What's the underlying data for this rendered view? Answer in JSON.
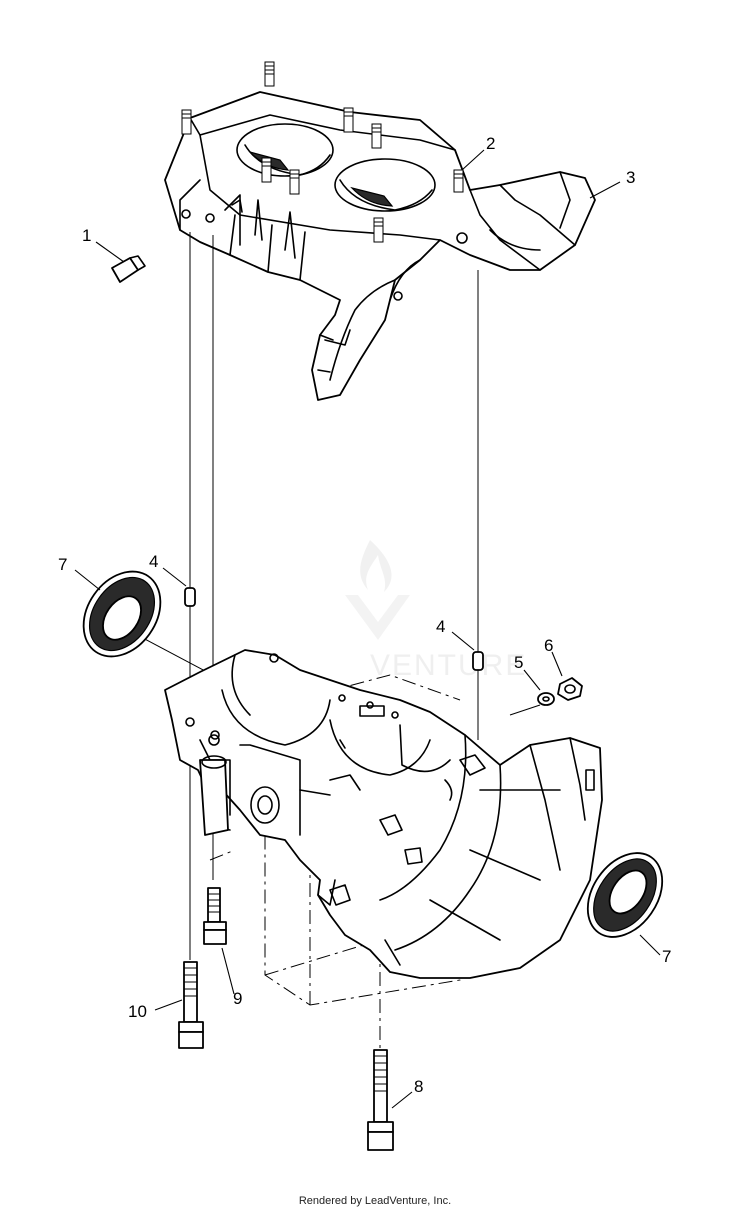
{
  "callouts": [
    {
      "id": "1",
      "label": "1"
    },
    {
      "id": "2",
      "label": "2"
    },
    {
      "id": "3",
      "label": "3"
    },
    {
      "id": "4a",
      "label": "4"
    },
    {
      "id": "4b",
      "label": "4"
    },
    {
      "id": "5",
      "label": "5"
    },
    {
      "id": "6",
      "label": "6"
    },
    {
      "id": "7a",
      "label": "7"
    },
    {
      "id": "7b",
      "label": "7"
    },
    {
      "id": "8",
      "label": "8"
    },
    {
      "id": "9",
      "label": "9"
    },
    {
      "id": "10",
      "label": "10"
    }
  ],
  "watermark": "VENTURE",
  "footer": "Rendered by LeadVenture, Inc."
}
